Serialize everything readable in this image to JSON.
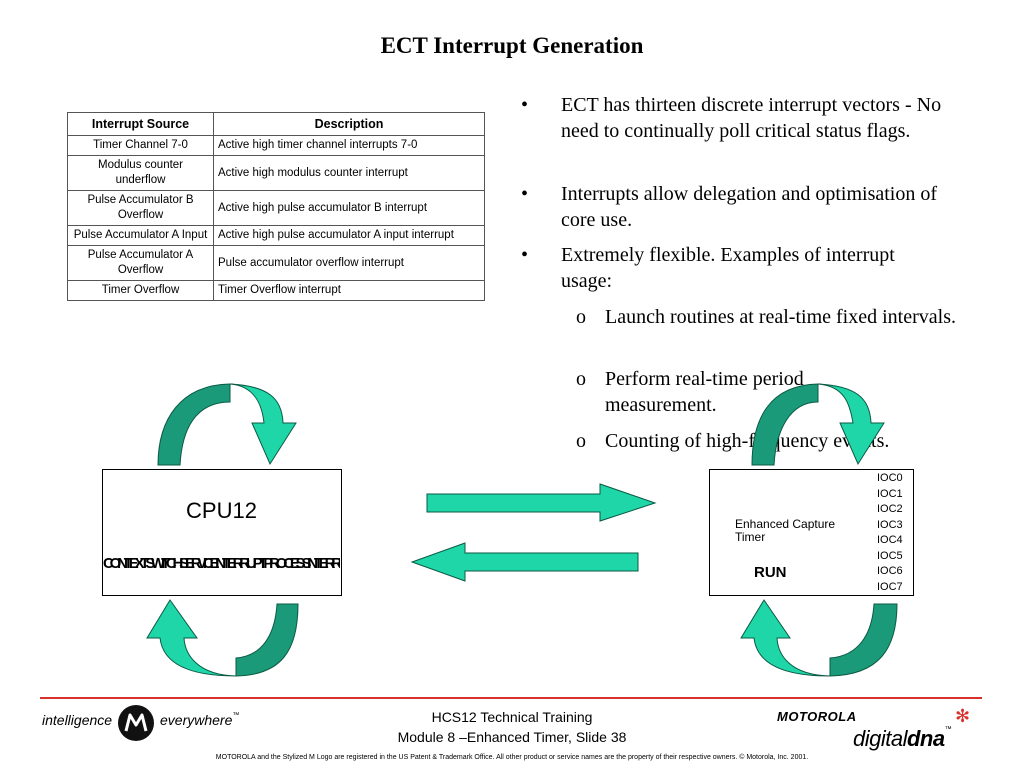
{
  "slide": {
    "title": "ECT Interrupt Generation"
  },
  "table": {
    "headers": [
      "Interrupt Source",
      "Description"
    ],
    "rows": [
      {
        "source": "Timer Channel 7-0",
        "description": "Active high timer channel interrupts 7-0"
      },
      {
        "source": "Modulus counter underflow",
        "description": "Active high modulus counter interrupt"
      },
      {
        "source": "Pulse Accumulator B Overflow",
        "description": "Active high pulse accumulator B interrupt"
      },
      {
        "source": "Pulse Accumulator A Input",
        "description": "Active high pulse accumulator A input interrupt"
      },
      {
        "source": "Pulse Accumulator A Overflow",
        "description": "Pulse accumulator overflow interrupt"
      },
      {
        "source": "Timer Overflow",
        "description": "Timer Overflow interrupt"
      }
    ]
  },
  "bullets": [
    {
      "marker": "•",
      "text": "ECT has thirteen discrete interrupt vectors -  No need to continually poll critical status flags."
    },
    {
      "marker": "•",
      "text": "Interrupts allow delegation and optimisation of core use."
    },
    {
      "marker": "•",
      "text": "Extremely flexible. Examples of interrupt usage:"
    }
  ],
  "sub_bullets": [
    {
      "marker": "o",
      "text": "Launch routines at real-time fixed intervals."
    },
    {
      "marker": "o",
      "text": "Perform real-time period measurement."
    },
    {
      "marker": "o",
      "text": "Counting of high-frequency events."
    }
  ],
  "diagram": {
    "cpu_label": "CPU12",
    "cpu_overlay": "CONTEXT SWITCH SERVICE INTERRUPT PROCESS INTERRUPT",
    "ect_label_line1": "Enhanced Capture",
    "ect_label_line2": "Timer",
    "ect_status": "RUN",
    "channels": [
      "IOC0",
      "IOC1",
      "IOC2",
      "IOC3",
      "IOC4",
      "IOC5",
      "IOC6",
      "IOC7"
    ],
    "arrow_color": "#1fd6a8",
    "arrow_stroke": "#0a5a44"
  },
  "footer": {
    "tag_left": "intelligence",
    "tag_right": "everywhere",
    "tm": "™",
    "course": "HCS12 Technical Training",
    "module": "Module 8 –Enhanced Timer, Slide 38",
    "brand": "MOTOROLA",
    "dna_1": "digital",
    "dna_2": "dna",
    "legal": "MOTOROLA and the Stylized M Logo are registered in the US Patent & Trademark Office. All other  product or service names are  the property of their respective owners.  © Motorola, Inc. 2001.",
    "brand_color": "#d9302c"
  }
}
